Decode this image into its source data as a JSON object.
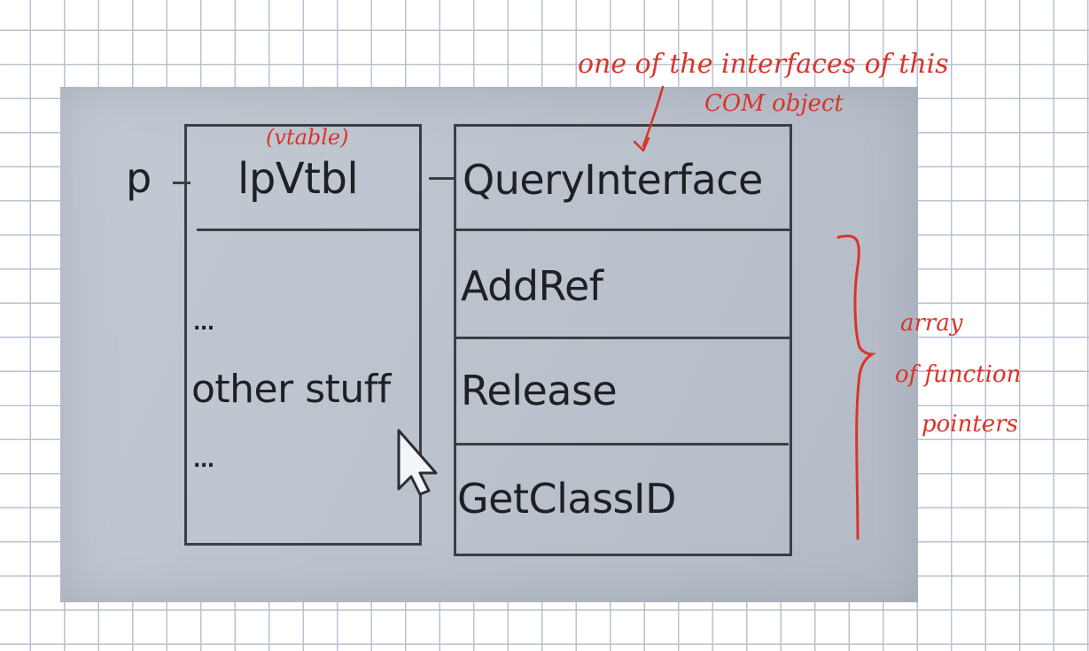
{
  "pointer_label": "p",
  "object": {
    "vtable_label": "lpVtbl",
    "ellipsis_top": "...",
    "other_label": "other stuff",
    "ellipsis_bottom": "..."
  },
  "vtable_entries": [
    "QueryInterface",
    "AddRef",
    "Release",
    "GetClassID"
  ],
  "annotations": {
    "vtable": "(vtable)",
    "interface_line1": "one of the interfaces of this",
    "interface_line2": "COM object",
    "array_line1": "array",
    "array_line2": "of function",
    "array_line3": "pointers"
  },
  "colors": {
    "annotation": "#d9342b",
    "ink": "#1d2024"
  }
}
